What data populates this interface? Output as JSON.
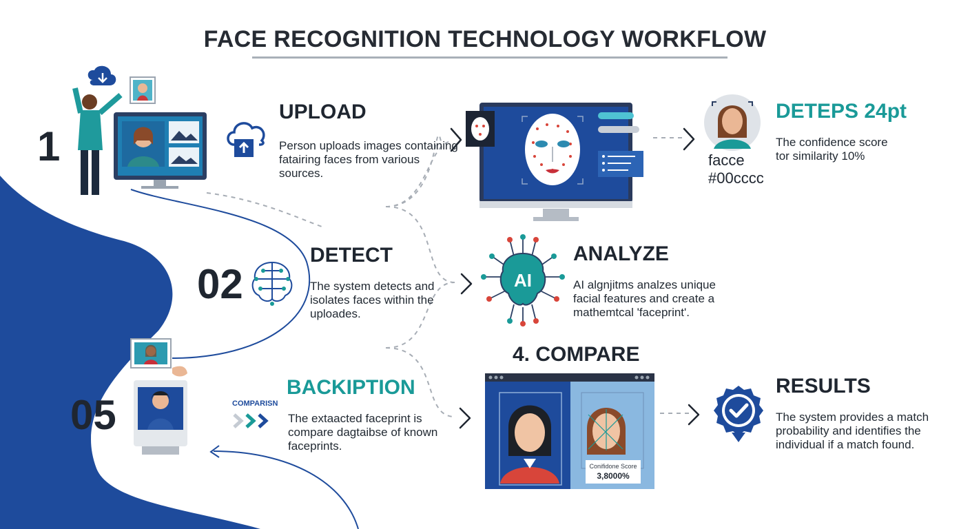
{
  "title": "FACE RECOGNITION TECHNOLOGY WORKFLOW",
  "colors": {
    "navy": "#1e4b9c",
    "teal": "#1a9a98",
    "dark": "#1f2630"
  },
  "steps": {
    "upload": {
      "number": "1",
      "heading": "UPLOAD",
      "desc": [
        "Person uploads images containing",
        "fatairing faces from various",
        "sources."
      ]
    },
    "detect": {
      "number": "02",
      "heading": "DETECT",
      "desc": [
        "The system detects and",
        "isolates faces within the",
        "uploades."
      ]
    },
    "analyze": {
      "heading": "ANALYZE",
      "desc": [
        "AI algnjitms analzes unique",
        "facial features and create a",
        "mathemtcal 'faceprint'."
      ],
      "chip": "AI"
    },
    "compare": {
      "heading": "4. COMPARE",
      "score_label": "Conifidone Score",
      "score_value": "3,8000%"
    },
    "backiption": {
      "number": "05",
      "heading": "BACKIPTION",
      "tag": "COMPARISN",
      "desc": [
        "The extaacted faceprint is",
        "compare dagtaibse of known",
        "faceprints."
      ]
    },
    "deteps": {
      "heading": "DETEPS 24pt",
      "desc": [
        "The confidence score",
        "tor similarity 10%"
      ],
      "face_label": [
        "facce",
        "#00cccc"
      ]
    },
    "results": {
      "heading": "RESULTS",
      "desc": [
        "The system provides a match",
        "probability and identifies the",
        "individual if a match found."
      ]
    }
  }
}
